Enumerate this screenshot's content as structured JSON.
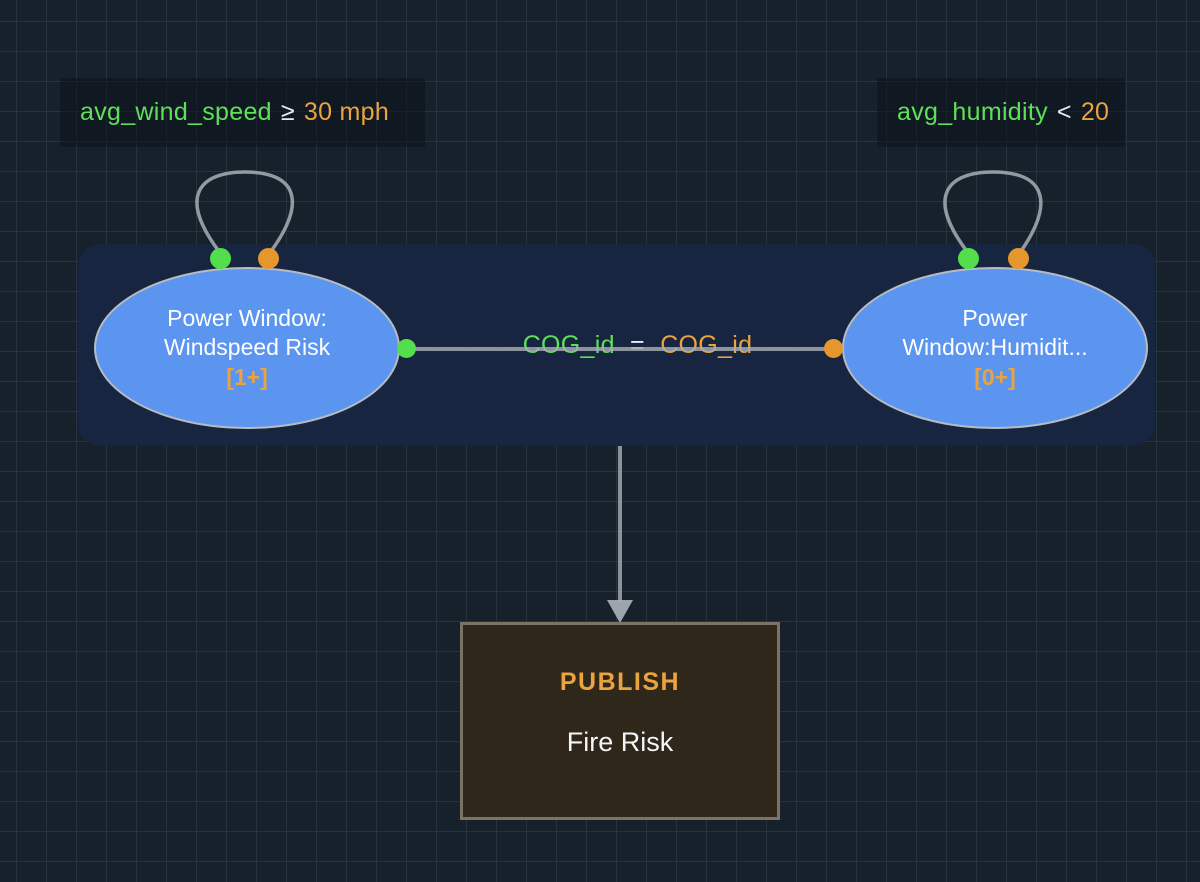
{
  "canvas": {
    "background": "#17212b",
    "grid_color": "#27343f"
  },
  "conditions": [
    {
      "field": "avg_wind_speed",
      "operator": "≥",
      "value": "30 mph"
    },
    {
      "field": "avg_humidity",
      "operator": "<",
      "value": "20"
    }
  ],
  "nodes": [
    {
      "name": "Power Window: Windspeed Risk",
      "title_line1": "Power Window:",
      "title_line2": "Windspeed Risk",
      "cardinality": "[1+]"
    },
    {
      "name": "Power Window: Humidity",
      "title_line1": "Power",
      "title_line2": "Window:Humidit...",
      "cardinality": "[0+]"
    }
  ],
  "join": {
    "left_key": "COG_id",
    "operator": "=",
    "right_key": "COG_id"
  },
  "publish": {
    "action": "PUBLISH",
    "topic": "Fire Risk"
  },
  "colors": {
    "node_fill": "#5b95ef",
    "node_border": "#b7bcc1",
    "green": "#5ee05a",
    "orange": "#eba33f",
    "edge_gray": "#9fa6ab",
    "group_panel": "#1a2846",
    "publish_fill": "#2f2719",
    "publish_border": "#7b7465"
  }
}
